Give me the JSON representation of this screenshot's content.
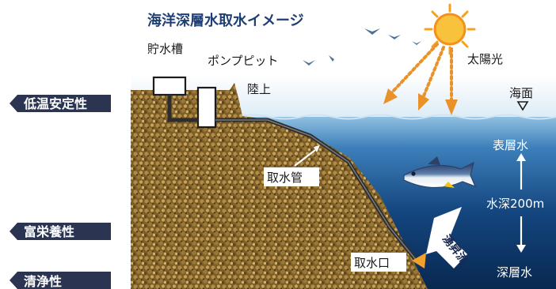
{
  "title": "海洋深層水取水イメージ",
  "left_badges": [
    "低温安定性",
    "富栄養性",
    "清浄性"
  ],
  "facilities": {
    "storage_tank": "貯水槽",
    "pump_pit": "ポンプピット",
    "land": "陸上"
  },
  "pipe": {
    "intake_pipe": "取水管",
    "intake_mouth": "取水口"
  },
  "sea": {
    "sunlight": "太陽光",
    "sea_surface": "海面",
    "surface_water": "表層水",
    "depth": "水深200m",
    "deep_water": "深層水",
    "upwelling": "湧昇流"
  },
  "colors": {
    "title": "#1f3f73",
    "badge": "#2b3552",
    "sea_top": "#7fb4d8",
    "sea_bottom": "#0a2f5f",
    "ground": "#8a6a2c",
    "sun": "#f7a21a",
    "arrow": "#e9922a",
    "fish_back": "#233a6a",
    "fish_fin": "#f2c41c"
  }
}
